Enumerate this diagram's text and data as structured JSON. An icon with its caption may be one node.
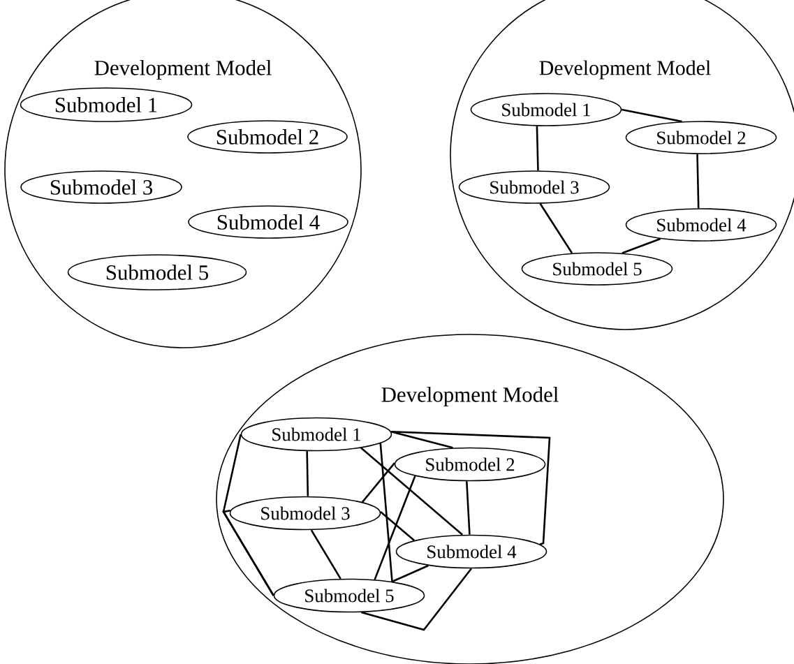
{
  "diagram": {
    "nodes": [
      {
        "text": [
          "Development Model"
        ]
      },
      {
        "text": [
          "Submodel 1"
        ],
        "in": 0
      },
      {
        "text": [
          "Submodel 2"
        ],
        "in": 0
      },
      {
        "text": [
          "Submodel 3"
        ],
        "in": 0
      },
      {
        "text": [
          "Submodel 4"
        ],
        "in": 0
      },
      {
        "text": [
          "Submodel 5"
        ],
        "in": 0
      },
      {
        "text": [
          "Development Model"
        ]
      },
      {
        "text": [
          "Submodel 1"
        ],
        "in": 6
      },
      {
        "text": [
          "Submodel 2"
        ],
        "in": 6
      },
      {
        "text": [
          "Submodel 3"
        ],
        "in": 6
      },
      {
        "text": [
          "Submodel 4"
        ],
        "in": 6
      },
      {
        "text": [
          "Submodel 5"
        ],
        "in": 6
      },
      {
        "text": [
          "Development Model"
        ]
      },
      {
        "text": [
          "Submodel 1"
        ],
        "in": 12
      },
      {
        "text": [
          "Submodel 2"
        ],
        "in": 12
      },
      {
        "text": [
          "Submodel 3"
        ],
        "in": 12
      },
      {
        "text": [
          "Submodel 4"
        ],
        "in": 12
      },
      {
        "text": [
          "Submodel 5"
        ],
        "in": 12
      }
    ],
    "edges": [
      {
        "from": 7,
        "to": 8,
        "arrow": "none"
      },
      {
        "from": 7,
        "to": 9,
        "arrow": "none"
      },
      {
        "from": 8,
        "to": 10,
        "arrow": "none"
      },
      {
        "from": 9,
        "to": 11,
        "arrow": "none"
      },
      {
        "from": 10,
        "to": 11,
        "arrow": "none"
      },
      {
        "from": 13,
        "to": 14,
        "arrow": "none"
      },
      {
        "from": 13,
        "to": 16,
        "arrow": "none"
      },
      {
        "from": 13,
        "to": 15,
        "arrow": "none"
      },
      {
        "from": 13,
        "to": 17,
        "arrow": "none"
      },
      {
        "from": 13,
        "to": 16,
        "arrow": "none"
      },
      {
        "from": 14,
        "to": 15,
        "arrow": "none"
      },
      {
        "from": 14,
        "to": 17,
        "arrow": "none"
      },
      {
        "from": 14,
        "to": 16,
        "arrow": "none"
      },
      {
        "from": 15,
        "to": 16,
        "arrow": "none"
      },
      {
        "from": 15,
        "to": 17,
        "arrow": "none"
      },
      {
        "from": 16,
        "to": 17,
        "arrow": "none"
      },
      {
        "from": 17,
        "to": 16,
        "arrow": "none"
      },
      {
        "from": 13,
        "to": 17,
        "arrow": "none"
      },
      {
        "from": 15,
        "to": 17,
        "arrow": "none"
      }
    ]
  }
}
